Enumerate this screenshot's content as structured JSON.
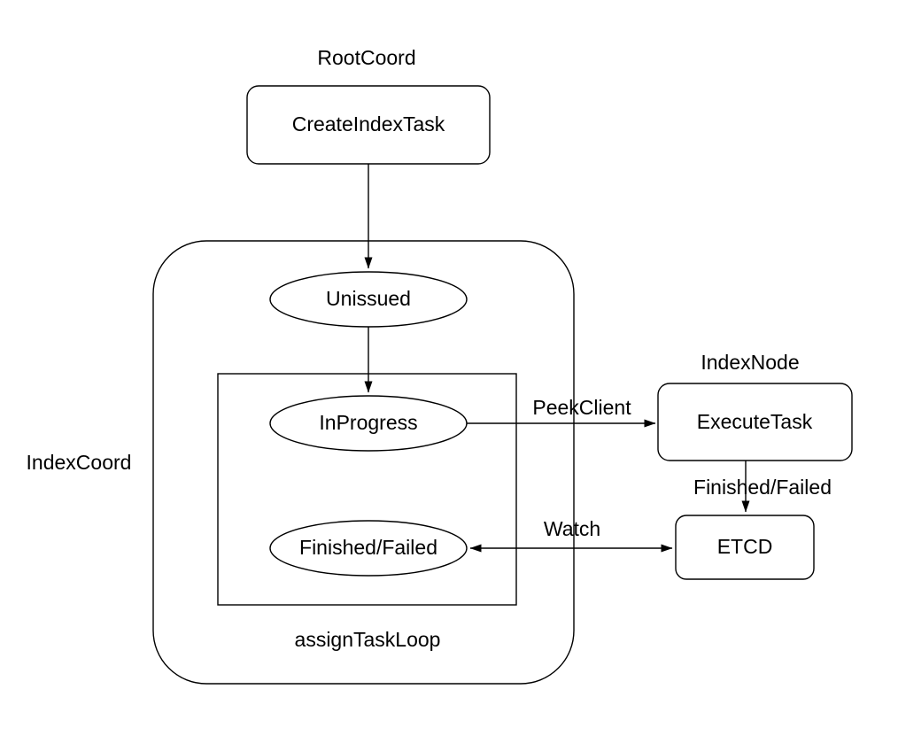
{
  "diagram": {
    "colors": {
      "background": "#ffffff",
      "stroke": "#000000",
      "text": "#000000"
    },
    "group_labels": {
      "root_coord": "RootCoord",
      "index_coord": "IndexCoord",
      "index_node": "IndexNode",
      "assign_task_loop": "assignTaskLoop"
    },
    "nodes": {
      "create_index_task": "CreateIndexTask",
      "unissued": "Unissued",
      "in_progress": "InProgress",
      "finished_failed": "Finished/Failed",
      "execute_task": "ExecuteTask",
      "etcd": "ETCD"
    },
    "edge_labels": {
      "peek_client": "PeekClient",
      "finished_failed": "Finished/Failed",
      "watch": "Watch"
    }
  }
}
